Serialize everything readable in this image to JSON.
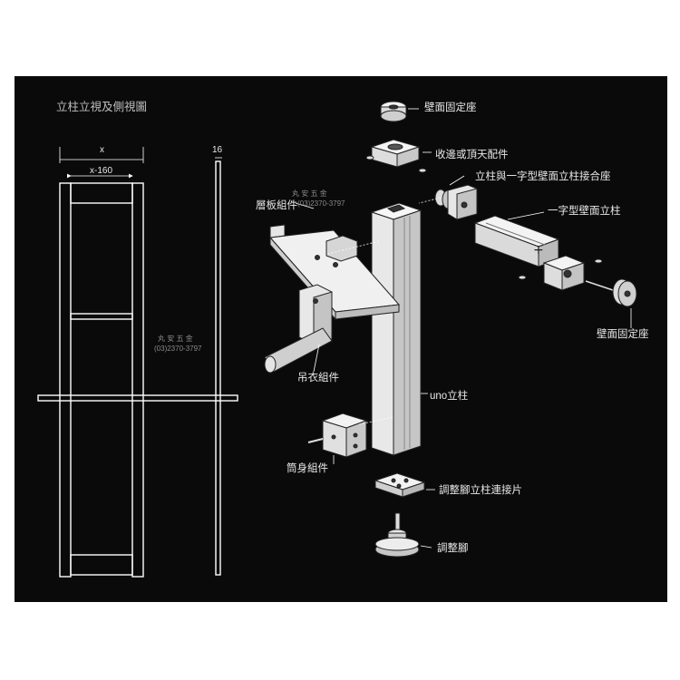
{
  "side_view": {
    "title": "立柱立視及側視圖",
    "dim_x": "x",
    "dim_x160": "x-160",
    "dim_16": "16"
  },
  "parts": {
    "wall_base_top": "壁面固定座",
    "edge_ceiling_fitting": "收邊或頂天配件",
    "post_joint": "立柱與一字型壁面立柱接合座",
    "wall_post": "一字型壁面立柱",
    "wall_base_right": "壁面固定座",
    "shelf_assembly": "層板組件",
    "hanger_assembly": "吊衣組件",
    "uno_post": "uno立柱",
    "body_assembly": "筒身組件",
    "foot_connector": "調整腳立柱連接片",
    "adjust_foot": "調整腳"
  },
  "watermark": {
    "brand": "丸 安 五 金",
    "phone": "(03)2370-3797"
  }
}
